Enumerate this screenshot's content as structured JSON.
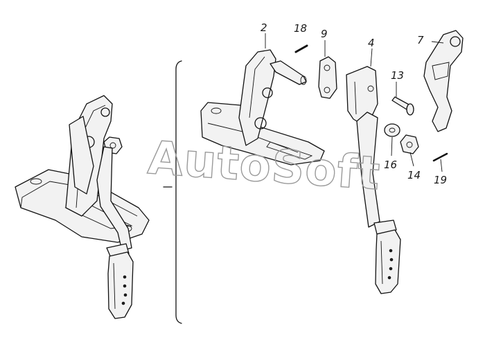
{
  "watermark": "AutoSoft",
  "callouts": [
    {
      "id": "c2",
      "label": "2"
    },
    {
      "id": "c18",
      "label": "18"
    },
    {
      "id": "c9",
      "label": "9"
    },
    {
      "id": "c4",
      "label": "4"
    },
    {
      "id": "c7",
      "label": "7"
    },
    {
      "id": "c13",
      "label": "13"
    },
    {
      "id": "c16",
      "label": "16"
    },
    {
      "id": "c14",
      "label": "14"
    },
    {
      "id": "c19",
      "label": "19"
    }
  ]
}
